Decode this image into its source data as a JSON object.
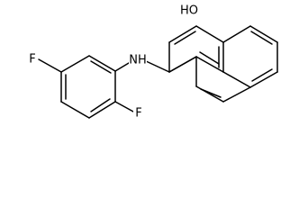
{
  "labels": {
    "hydroxyl": "HO",
    "amine": "NH",
    "fluoro_ring_top": "F",
    "fluoro_ring_bottom": "F"
  }
}
